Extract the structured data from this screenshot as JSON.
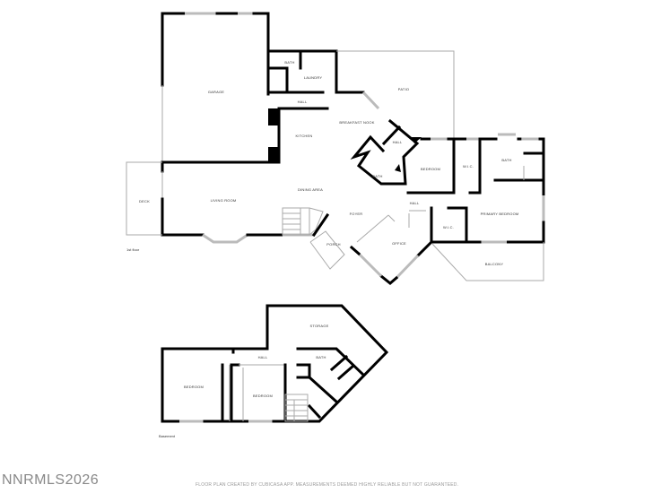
{
  "floors": [
    {
      "name": "1st floor",
      "rooms": [
        "GARAGE",
        "BATH",
        "LAUNDRY",
        "HALL",
        "PATIO",
        "BREAKFAST NOOK",
        "KITCHEN",
        "HALL",
        "BATH",
        "BEDROOM",
        "W.I.C.",
        "BATH",
        "DECK",
        "LIVING ROOM",
        "DINING AREA",
        "FOYER",
        "HALL",
        "PRIMARY BEDROOM",
        "W.I.C.",
        "PORCH",
        "OFFICE",
        "BALCONY"
      ]
    },
    {
      "name": "Basement",
      "rooms": [
        "STORAGE",
        "HALL",
        "BATH",
        "BEDROOM",
        "BEDROOM"
      ]
    }
  ],
  "watermark": "NNRMLS2026",
  "disclaimer": "FLOOR PLAN CREATED BY CUBICASA APP. MEASUREMENTS DEEMED HIGHLY RELIABLE BUT NOT GUARANTEED."
}
